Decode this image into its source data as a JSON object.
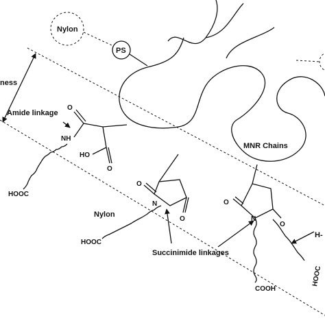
{
  "labels": {
    "nylon_circle": "Nylon",
    "ps": "PS",
    "thickness_fragment": "ness",
    "amide_linkage": "Amide linkage",
    "nh": "NH",
    "o": "O",
    "ho": "HO",
    "hooc": "HOOC",
    "n": "N",
    "mnr_chains": "MNR Chains",
    "nylon_lower": "Nylon",
    "succinimide_linkages": "Succinimide linkages",
    "h_fragment": "H-",
    "cooh": "COOH"
  },
  "colors": {
    "ink": "#111111",
    "background": "#ffffff"
  }
}
